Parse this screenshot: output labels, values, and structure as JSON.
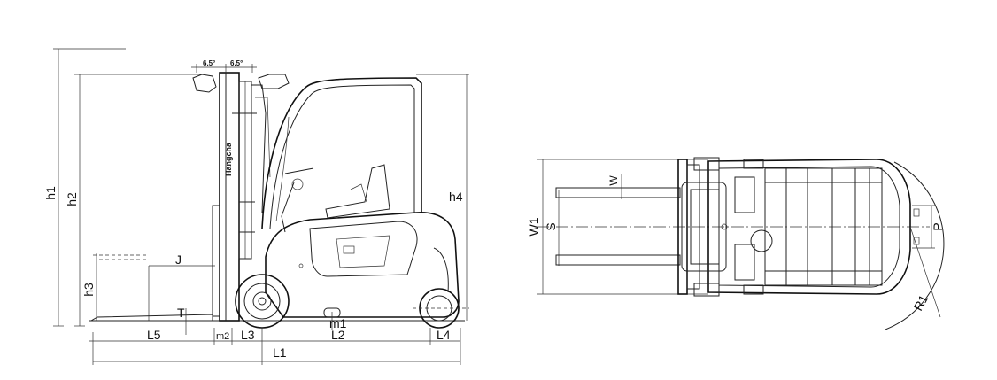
{
  "side_view": {
    "dimensions": {
      "h1": "h1",
      "h2": "h2",
      "h3": "h3",
      "h4": "h4",
      "J": "J",
      "T": "T",
      "L1": "L1",
      "L2": "L2",
      "L3": "L3",
      "L4": "L4",
      "L5": "L5",
      "m1": "m1",
      "m2": "m2"
    },
    "tilt_forward": "6.5°",
    "tilt_backward": "6.5°",
    "mast_brand": "Hangcha"
  },
  "top_view": {
    "dimensions": {
      "W": "W",
      "W1": "W1",
      "S": "S",
      "P": "P",
      "R1": "R1"
    }
  }
}
